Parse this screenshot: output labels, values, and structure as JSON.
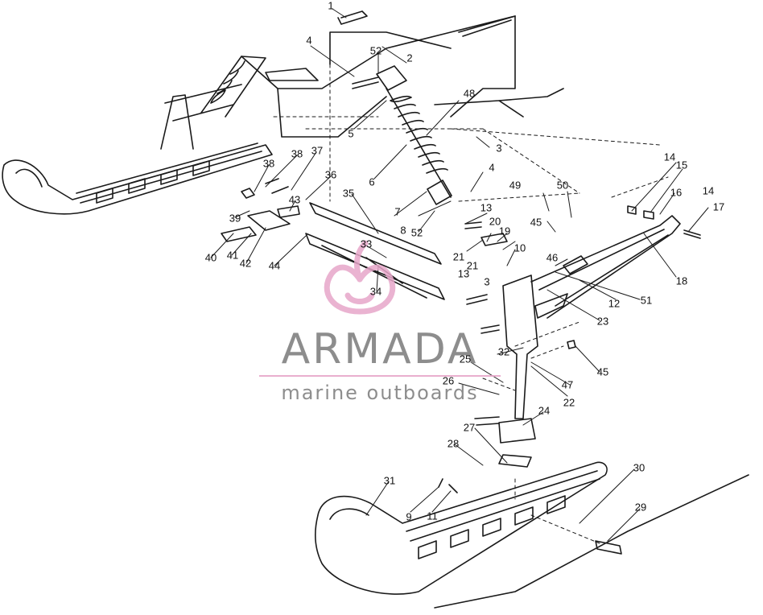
{
  "watermark": {
    "title": "ARMADA",
    "subtitle": "marine outboards",
    "accent_color": "#e7a6c9",
    "text_color": "#7a7a7a"
  },
  "callouts": [
    {
      "label": "1"
    },
    {
      "label": "2"
    },
    {
      "label": "3"
    },
    {
      "label": "3"
    },
    {
      "label": "4"
    },
    {
      "label": "4"
    },
    {
      "label": "5"
    },
    {
      "label": "6"
    },
    {
      "label": "7"
    },
    {
      "label": "8"
    },
    {
      "label": "9"
    },
    {
      "label": "10"
    },
    {
      "label": "11"
    },
    {
      "label": "12"
    },
    {
      "label": "13"
    },
    {
      "label": "13"
    },
    {
      "label": "14"
    },
    {
      "label": "14"
    },
    {
      "label": "15"
    },
    {
      "label": "16"
    },
    {
      "label": "17"
    },
    {
      "label": "18"
    },
    {
      "label": "19"
    },
    {
      "label": "20"
    },
    {
      "label": "21"
    },
    {
      "label": "21"
    },
    {
      "label": "22"
    },
    {
      "label": "23"
    },
    {
      "label": "24"
    },
    {
      "label": "25"
    },
    {
      "label": "26"
    },
    {
      "label": "27"
    },
    {
      "label": "28"
    },
    {
      "label": "29"
    },
    {
      "label": "30"
    },
    {
      "label": "31"
    },
    {
      "label": "32"
    },
    {
      "label": "33"
    },
    {
      "label": "34"
    },
    {
      "label": "35"
    },
    {
      "label": "36"
    },
    {
      "label": "37"
    },
    {
      "label": "38"
    },
    {
      "label": "38"
    },
    {
      "label": "39"
    },
    {
      "label": "40"
    },
    {
      "label": "41"
    },
    {
      "label": "42"
    },
    {
      "label": "43"
    },
    {
      "label": "44"
    },
    {
      "label": "45"
    },
    {
      "label": "45"
    },
    {
      "label": "46"
    },
    {
      "label": "47"
    },
    {
      "label": "48"
    },
    {
      "label": "49"
    },
    {
      "label": "50"
    },
    {
      "label": "51"
    },
    {
      "label": "52"
    },
    {
      "label": "52"
    }
  ]
}
